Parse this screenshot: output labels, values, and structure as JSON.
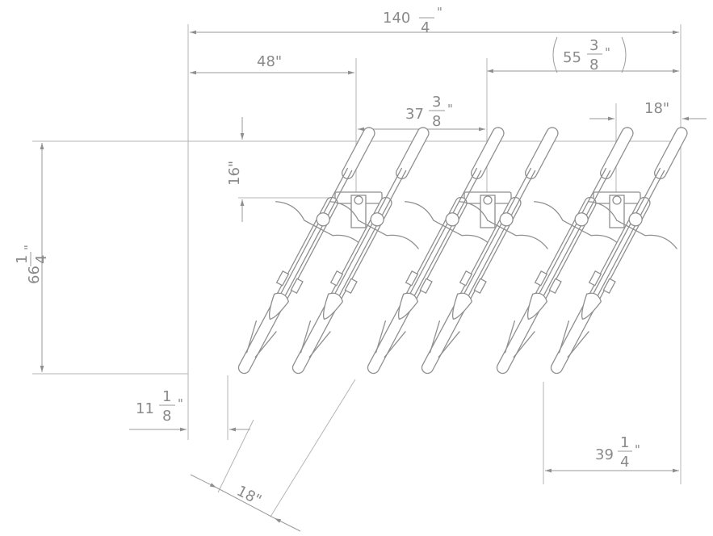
{
  "dimensions": {
    "overall_width": {
      "whole": "140",
      "den": "4",
      "mark": "\""
    },
    "left_spacing": "48\"",
    "right_offset": {
      "whole": "55",
      "num": "3",
      "den": "8",
      "mark": "\""
    },
    "middle_spacing": {
      "whole": "37",
      "num": "3",
      "den": "8",
      "mark": "\""
    },
    "right_small": "18\"",
    "vertical_small": "16\"",
    "overall_height": {
      "whole": "66",
      "num": "1",
      "den": "4",
      "mark": "\""
    },
    "left_offset": {
      "whole": "11",
      "num": "1",
      "den": "8",
      "mark": "\""
    },
    "bottom_right": {
      "whole": "39",
      "num": "1",
      "den": "4",
      "mark": "\""
    },
    "angled": "18\""
  },
  "colors": {
    "line": "#9a9a9a",
    "text": "#8a8a8a"
  }
}
